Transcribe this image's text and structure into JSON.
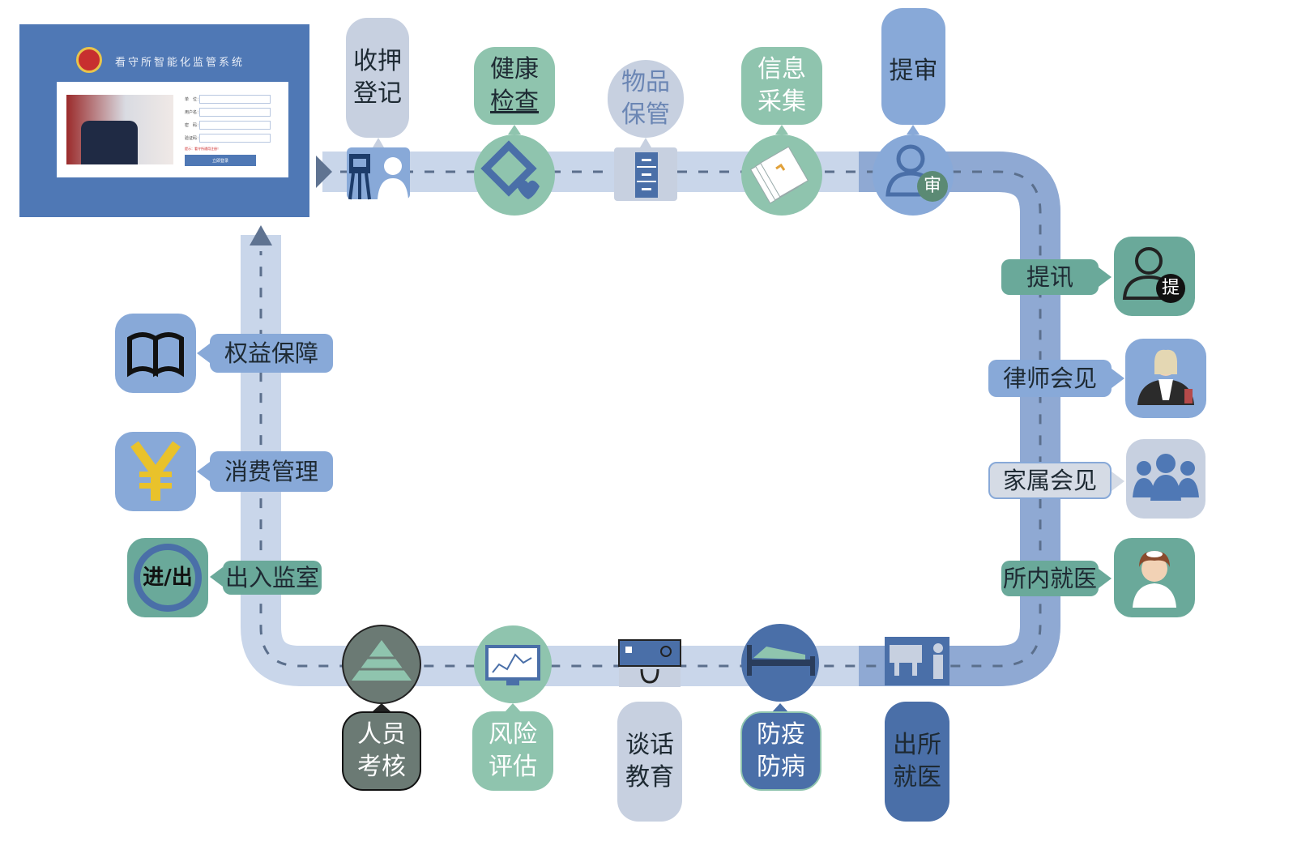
{
  "login": {
    "title": "看守所智能化监管系统",
    "fields": [
      "单　位：",
      "用户名：",
      "密　码：",
      "验证码："
    ],
    "hint": "提示：看守所通用注册！",
    "button": "立即登录"
  },
  "top_stages": [
    {
      "line1": "收押",
      "line2": "登记"
    },
    {
      "line1": "健康",
      "line2": "检查"
    },
    {
      "line1": "物品",
      "line2": "保管"
    },
    {
      "line1": "信息",
      "line2": "采集"
    },
    {
      "line1": "提审",
      "line2": ""
    }
  ],
  "right_stages": [
    "提讯",
    "律师会见",
    "家属会见",
    "所内就医"
  ],
  "bottom_stages": [
    {
      "line1": "人员",
      "line2": "考核"
    },
    {
      "line1": "风险",
      "line2": "评估"
    },
    {
      "line1": "谈话",
      "line2": "教育"
    },
    {
      "line1": "防疫",
      "line2": "防病"
    },
    {
      "line1": "出所",
      "line2": "就医"
    }
  ],
  "left_stages": [
    "权益保障",
    "消费管理",
    "出入监室"
  ],
  "badges": {
    "review": "审",
    "interrogation": "提",
    "in_out": "进/出"
  },
  "colors": {
    "road": "#c9d6ea",
    "road_edge": "#8fa9d3",
    "teal": "#8fc4ae",
    "teal_dark": "#6aa99a",
    "blue": "#88a9d8",
    "blue_dark": "#4a6fa8",
    "gray_blue": "#c7d0e0",
    "dark_gray": "#6b7a74"
  }
}
